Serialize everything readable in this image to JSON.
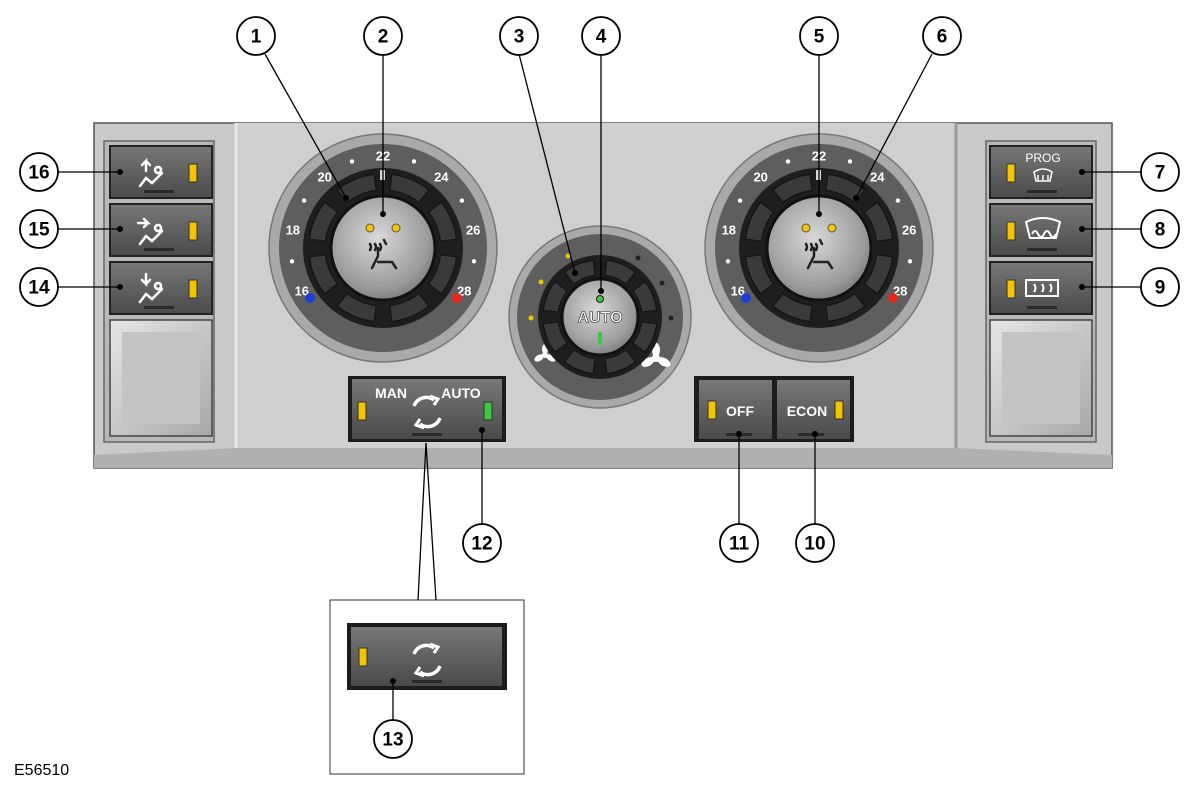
{
  "figure_ref": "E56510",
  "callouts": [
    "1",
    "2",
    "3",
    "4",
    "5",
    "6",
    "7",
    "8",
    "9",
    "10",
    "11",
    "12",
    "13",
    "14",
    "15",
    "16"
  ],
  "left_dial": {
    "numbers": [
      "16",
      "18",
      "20",
      "22",
      "24",
      "26",
      "28"
    ]
  },
  "right_dial": {
    "numbers": [
      "16",
      "18",
      "20",
      "22",
      "24",
      "26",
      "28"
    ]
  },
  "fan_dial": {
    "center_label": "AUTO"
  },
  "buttons": {
    "man_label": "MAN",
    "auto_label": "AUTO",
    "off_label": "OFF",
    "econ_label": "ECON",
    "prog_label": "PROG"
  },
  "colors": {
    "panel": "#c8c8c8",
    "button": "#5a5a5a",
    "led_amber": "#f2c500",
    "led_green": "#3ec83e",
    "cold_dot": "#1e3fd6",
    "hot_dot": "#e0281e"
  },
  "icons": {
    "airflow_up": "face-vent-icon",
    "airflow_mid": "chest-vent-icon",
    "airflow_down": "foot-vent-icon",
    "heated_seat": "heated-seat-icon",
    "recirculation": "recirculation-icon",
    "windscreen": "front-defrost-icon",
    "rear_window": "rear-defrost-icon",
    "fan": "fan-icon"
  }
}
